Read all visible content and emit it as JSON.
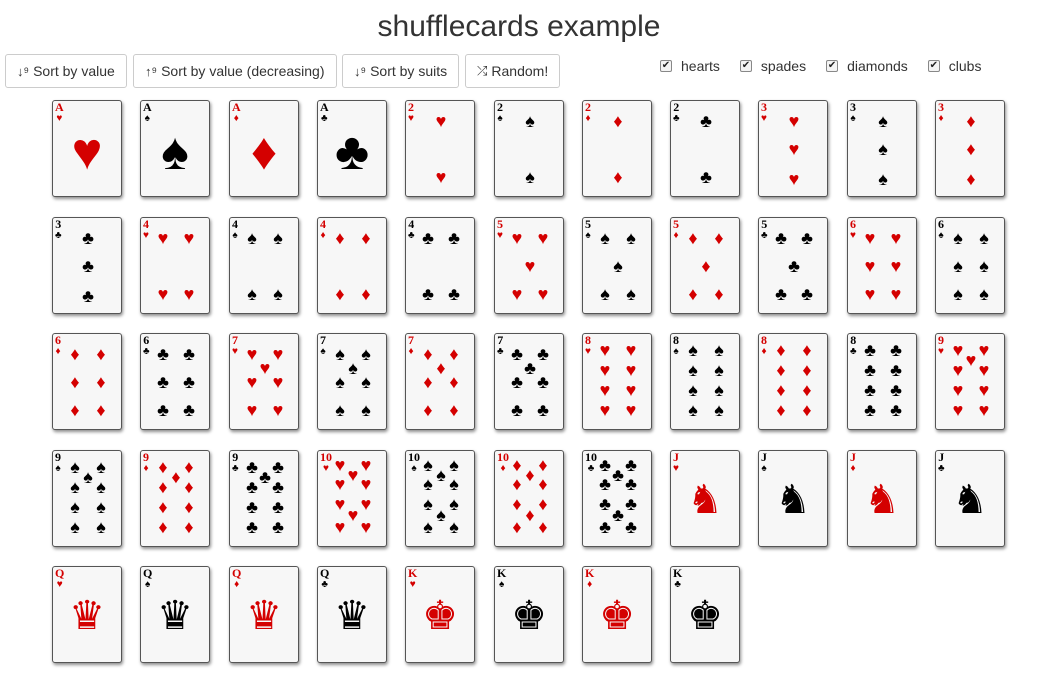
{
  "title": "shufflecards example",
  "buttons": [
    {
      "label": "Sort by value",
      "icon": "sort-asc-icon"
    },
    {
      "label": "Sort by value (decreasing)",
      "icon": "sort-desc-icon"
    },
    {
      "label": "Sort by suits",
      "icon": "sort-suit-icon"
    },
    {
      "label": "Random!",
      "icon": "shuffle-icon"
    }
  ],
  "filters": [
    {
      "label": "hearts",
      "checked": true
    },
    {
      "label": "spades",
      "checked": true
    },
    {
      "label": "diamonds",
      "checked": true
    },
    {
      "label": "clubs",
      "checked": true
    }
  ],
  "cards": [
    {
      "rank": "A",
      "suit": "hearts"
    },
    {
      "rank": "A",
      "suit": "spades"
    },
    {
      "rank": "A",
      "suit": "diamonds"
    },
    {
      "rank": "A",
      "suit": "clubs"
    },
    {
      "rank": "2",
      "suit": "hearts"
    },
    {
      "rank": "2",
      "suit": "spades"
    },
    {
      "rank": "2",
      "suit": "diamonds"
    },
    {
      "rank": "2",
      "suit": "clubs"
    },
    {
      "rank": "3",
      "suit": "hearts"
    },
    {
      "rank": "3",
      "suit": "spades"
    },
    {
      "rank": "3",
      "suit": "diamonds"
    },
    {
      "rank": "3",
      "suit": "clubs"
    },
    {
      "rank": "4",
      "suit": "hearts"
    },
    {
      "rank": "4",
      "suit": "spades"
    },
    {
      "rank": "4",
      "suit": "diamonds"
    },
    {
      "rank": "4",
      "suit": "clubs"
    },
    {
      "rank": "5",
      "suit": "hearts"
    },
    {
      "rank": "5",
      "suit": "spades"
    },
    {
      "rank": "5",
      "suit": "diamonds"
    },
    {
      "rank": "5",
      "suit": "clubs"
    },
    {
      "rank": "6",
      "suit": "hearts"
    },
    {
      "rank": "6",
      "suit": "spades"
    },
    {
      "rank": "6",
      "suit": "diamonds"
    },
    {
      "rank": "6",
      "suit": "clubs"
    },
    {
      "rank": "7",
      "suit": "hearts"
    },
    {
      "rank": "7",
      "suit": "spades"
    },
    {
      "rank": "7",
      "suit": "diamonds"
    },
    {
      "rank": "7",
      "suit": "clubs"
    },
    {
      "rank": "8",
      "suit": "hearts"
    },
    {
      "rank": "8",
      "suit": "spades"
    },
    {
      "rank": "8",
      "suit": "diamonds"
    },
    {
      "rank": "8",
      "suit": "clubs"
    },
    {
      "rank": "9",
      "suit": "hearts"
    },
    {
      "rank": "9",
      "suit": "spades"
    },
    {
      "rank": "9",
      "suit": "diamonds"
    },
    {
      "rank": "9",
      "suit": "clubs"
    },
    {
      "rank": "10",
      "suit": "hearts"
    },
    {
      "rank": "10",
      "suit": "spades"
    },
    {
      "rank": "10",
      "suit": "diamonds"
    },
    {
      "rank": "10",
      "suit": "clubs"
    },
    {
      "rank": "J",
      "suit": "hearts"
    },
    {
      "rank": "J",
      "suit": "spades"
    },
    {
      "rank": "J",
      "suit": "diamonds"
    },
    {
      "rank": "J",
      "suit": "clubs"
    },
    {
      "rank": "Q",
      "suit": "hearts"
    },
    {
      "rank": "Q",
      "suit": "spades"
    },
    {
      "rank": "Q",
      "suit": "diamonds"
    },
    {
      "rank": "Q",
      "suit": "clubs"
    },
    {
      "rank": "K",
      "suit": "hearts"
    },
    {
      "rank": "K",
      "suit": "spades"
    },
    {
      "rank": "K",
      "suit": "diamonds"
    },
    {
      "rank": "K",
      "suit": "clubs"
    }
  ],
  "colors": {
    "red": "#d40000",
    "black": "#000000"
  }
}
